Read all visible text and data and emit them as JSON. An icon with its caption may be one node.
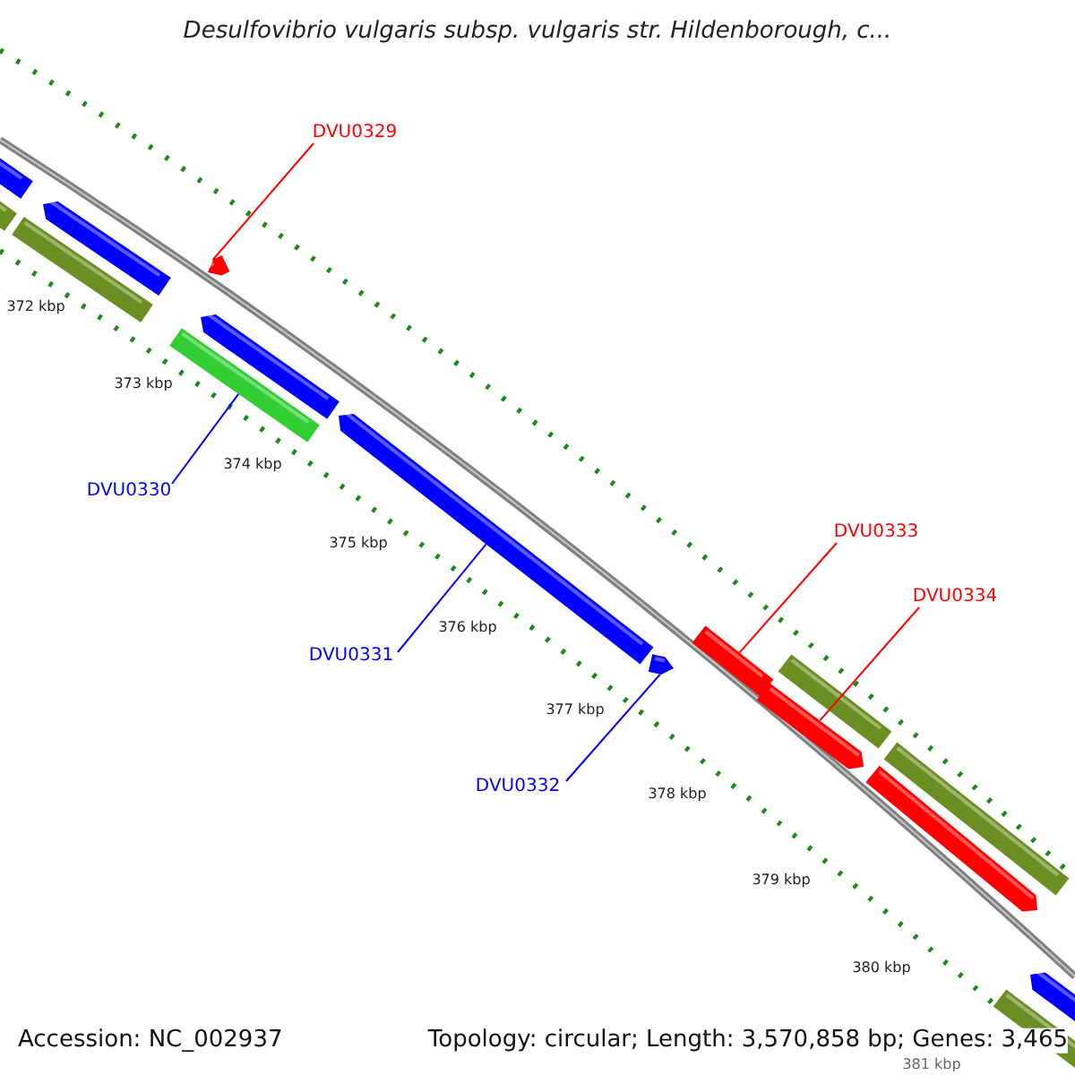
{
  "diagram": {
    "title": "Desulfovibrio vulgaris subsp. vulgaris str. Hildenborough, c...",
    "nodes": [
      {
        "text": [
          "DVU0329"
        ]
      },
      {
        "text": [
          "DVU0330"
        ]
      },
      {
        "text": [
          "DVU0331"
        ]
      },
      {
        "text": [
          "DVU0332"
        ]
      },
      {
        "text": [
          "DVU0333"
        ]
      },
      {
        "text": [
          "DVU0334"
        ]
      },
      {
        "text": [],
        "shape": "bar"
      },
      {
        "text": [],
        "shape": "bar"
      },
      {
        "text": [],
        "shape": "bar"
      },
      {
        "text": [],
        "shape": "bar"
      },
      {
        "text": [],
        "shape": "bar"
      },
      {
        "text": [],
        "shape": "bar"
      }
    ],
    "edges": [
      {
        "from": 0,
        "to": 6,
        "arrow": "none",
        "color": "#ff0000"
      },
      {
        "from": 1,
        "to": 7,
        "arrow": "none",
        "color": "#0000ff"
      },
      {
        "from": 2,
        "to": 8,
        "arrow": "none",
        "color": "#0000ff"
      },
      {
        "from": 3,
        "to": 9,
        "arrow": "none",
        "color": "#0000ff"
      },
      {
        "from": 4,
        "to": 10,
        "arrow": "none",
        "color": "#ff0000"
      },
      {
        "from": 5,
        "to": 11,
        "arrow": "none",
        "color": "#ff0000"
      }
    ],
    "labels": [
      "372 kbp",
      "373 kbp",
      "374 kbp",
      "375 kbp",
      "376 kbp",
      "377 kbp",
      "378 kbp",
      "379 kbp",
      "380 kbp",
      "381 kbp",
      "Accession: NC_002937",
      "Topology: circular; Length: 3,570,858 bp; Genes: 3,465"
    ]
  }
}
